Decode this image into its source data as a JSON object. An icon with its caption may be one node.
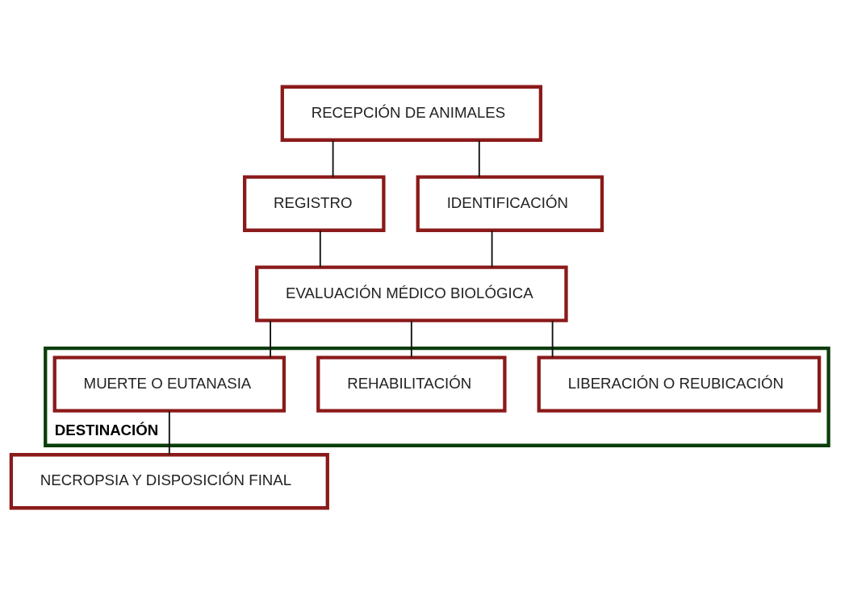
{
  "diagram": {
    "nodes": [
      {
        "text": [
          "RECEPCIÓN DE ANIMALES"
        ]
      },
      {
        "text": [
          "REGISTRO"
        ]
      },
      {
        "text": [
          "IDENTIFICACIÓN"
        ]
      },
      {
        "text": [
          "EVALUACIÓN MÉDICO BIOLÓGICA"
        ]
      },
      {
        "text": [
          "DESTINACIÓN"
        ]
      },
      {
        "text": [
          "LIBERACIÓN O REUBICACIÓN"
        ],
        "in": 4
      },
      {
        "text": [
          "REHABILITACIÓN"
        ],
        "in": 4
      },
      {
        "text": [
          "MUERTE O EUTANASIA"
        ],
        "in": 4
      },
      {
        "text": [
          "NECROPSIA Y DISPOSICIÓN FINAL"
        ]
      }
    ],
    "edges": [
      {
        "from": 0,
        "to": 1,
        "arrow": "none"
      },
      {
        "from": 0,
        "to": 2,
        "arrow": "none"
      },
      {
        "from": 1,
        "to": 3,
        "arrow": "none"
      },
      {
        "from": 2,
        "to": 3,
        "arrow": "none"
      },
      {
        "from": 3,
        "to": 5,
        "arrow": "none"
      },
      {
        "from": 3,
        "to": 6,
        "arrow": "none"
      },
      {
        "from": 3,
        "to": 7,
        "arrow": "none"
      },
      {
        "from": 7,
        "to": 8,
        "arrow": "none"
      }
    ]
  }
}
